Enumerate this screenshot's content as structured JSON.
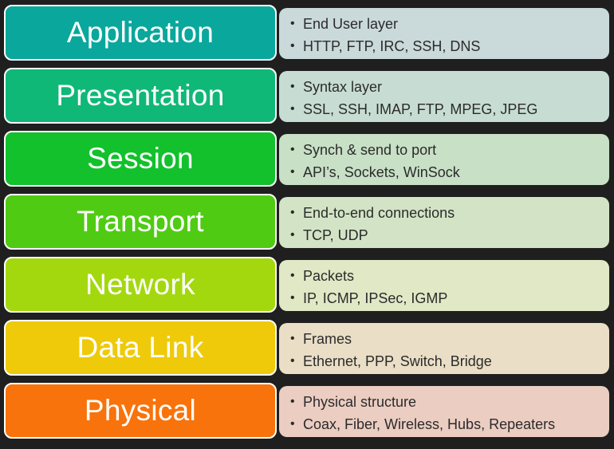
{
  "layers": [
    {
      "name": "Application",
      "color": "#0aa79c",
      "note_bg": "#cad9da",
      "notes": [
        "End User layer",
        "HTTP, FTP, IRC, SSH, DNS"
      ]
    },
    {
      "name": "Presentation",
      "color": "#10b877",
      "note_bg": "#c7ddd3",
      "notes": [
        "Syntax layer",
        "SSL, SSH, IMAP, FTP, MPEG, JPEG"
      ]
    },
    {
      "name": "Session",
      "color": "#12c12c",
      "note_bg": "#c8e0c6",
      "notes": [
        "Synch & send to port",
        "API’s, Sockets, WinSock"
      ]
    },
    {
      "name": "Transport",
      "color": "#4fcb14",
      "note_bg": "#d2e4c5",
      "notes": [
        "End-to-end connections",
        "TCP, UDP"
      ]
    },
    {
      "name": "Network",
      "color": "#a3d80f",
      "note_bg": "#e0e8c5",
      "notes": [
        "Packets",
        "IP, ICMP, IPSec, IGMP"
      ]
    },
    {
      "name": "Data Link",
      "color": "#eeca0a",
      "note_bg": "#eadec6",
      "notes": [
        "Frames",
        "Ethernet, PPP, Switch, Bridge"
      ]
    },
    {
      "name": "Physical",
      "color": "#f8730b",
      "note_bg": "#ebcdc2",
      "notes": [
        "Physical structure",
        "Coax, Fiber, Wireless, Hubs, Repeaters"
      ]
    }
  ]
}
